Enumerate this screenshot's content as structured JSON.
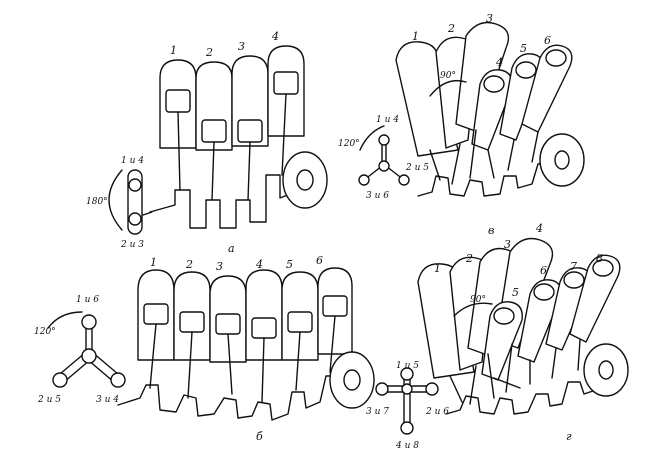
{
  "diagrams": {
    "a": {
      "letter": "а",
      "cylinders": [
        "1",
        "2",
        "3",
        "4"
      ],
      "firing_labels": [
        "1 и 4",
        "2 и 3"
      ],
      "angle": "180°"
    },
    "b": {
      "letter": "б",
      "cylinders": [
        "1",
        "2",
        "3",
        "4",
        "5",
        "6"
      ],
      "firing_labels": [
        "1 и 6",
        "2 и 5",
        "3 и 4"
      ],
      "angle": "120°"
    },
    "v": {
      "letter": "в",
      "cylinders": [
        "1",
        "2",
        "3",
        "4",
        "5",
        "6"
      ],
      "firing_labels": [
        "1 и 4",
        "2 и 5",
        "3 и 6"
      ],
      "angles": [
        "120°",
        "90°"
      ]
    },
    "g": {
      "letter": "г",
      "cylinders": [
        "1",
        "2",
        "3",
        "4",
        "5",
        "6",
        "7",
        "8"
      ],
      "firing_labels": [
        "1 и 5",
        "3 и 7",
        "2 и 6",
        "4 и 8"
      ],
      "angle": "90°"
    }
  }
}
